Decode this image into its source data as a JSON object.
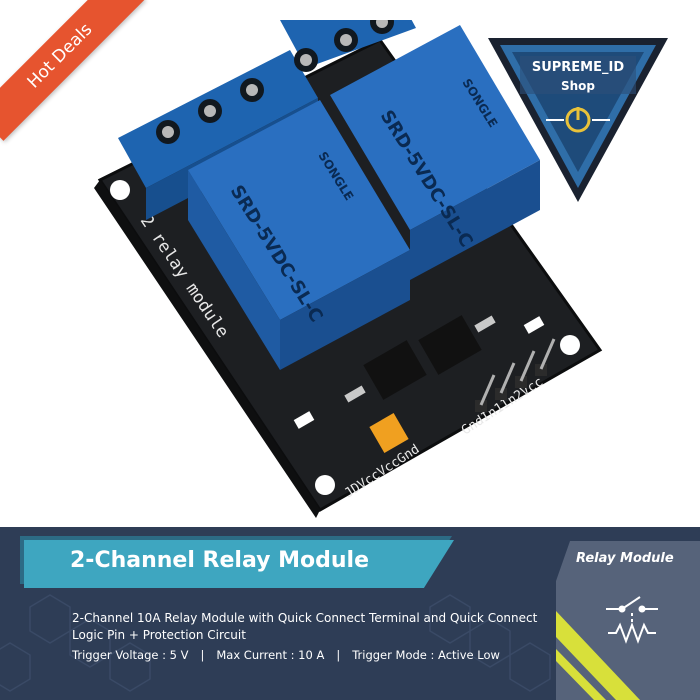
{
  "ribbon": {
    "label": "Hot Deals",
    "color": "#e6542f"
  },
  "logo": {
    "line1": "SUPREME_ID",
    "line2": "Shop",
    "icon": "power-icon"
  },
  "product": {
    "image_name": "2-channel-relay-module-photo"
  },
  "banner": {
    "title": "2-Channel Relay Module",
    "description": "2-Channel 10A Relay Module with Quick Connect Terminal and Quick Connect Logic Pin + Protection Circuit",
    "specs": [
      "Trigger Voltage : 5 V",
      "Max Current : 10 A",
      "Trigger Mode : Active Low"
    ],
    "spec_separator": "|",
    "badge_label": "Relay Module",
    "badge_icon": "relay-switch-icon",
    "colors": {
      "band": "#2e3d56",
      "title_bar": "#3ea6c0",
      "accent_stripe": "#d8e03a"
    }
  }
}
